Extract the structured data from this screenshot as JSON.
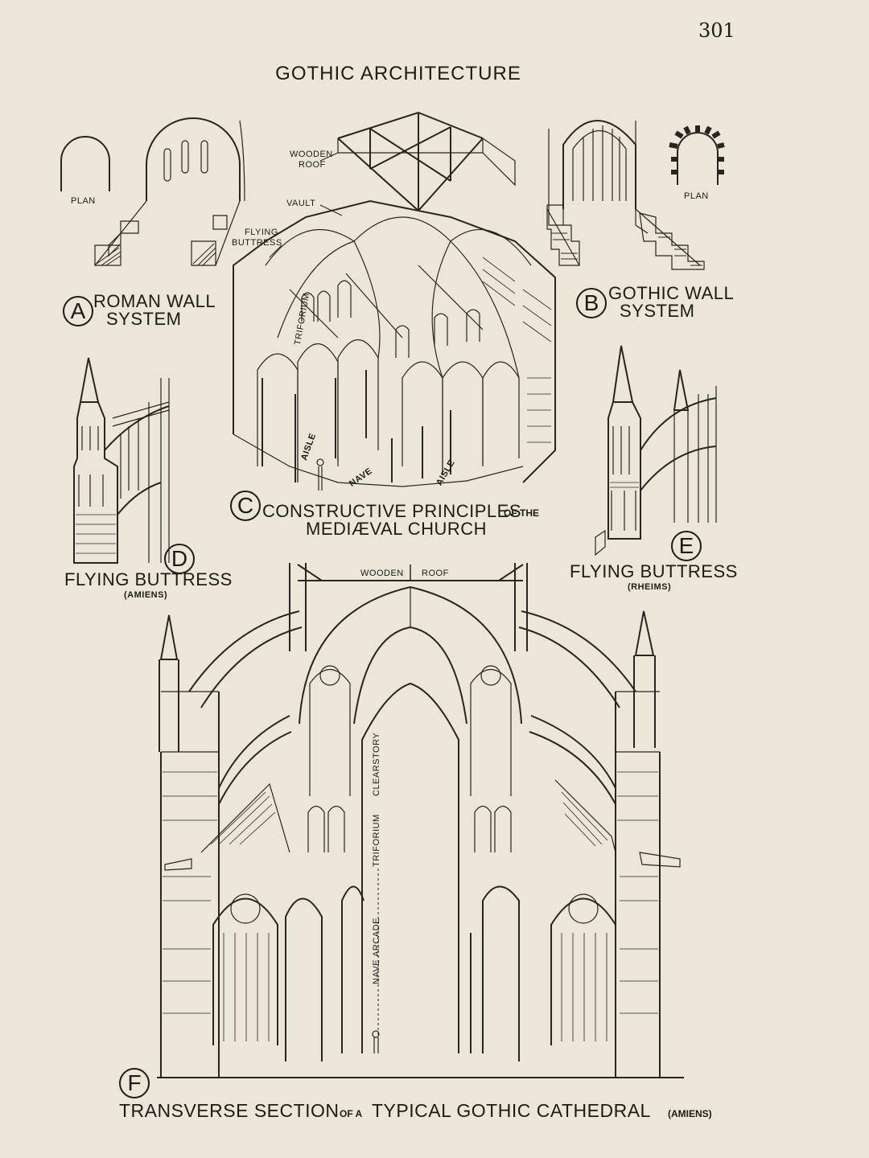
{
  "page": {
    "page_number": "301",
    "title": "GOTHIC ARCHITECTURE"
  },
  "figures": {
    "a": {
      "letter": "A",
      "caption_line1": "ROMAN WALL",
      "caption_line2": "SYSTEM",
      "plan_label": "PLAN"
    },
    "b": {
      "letter": "B",
      "caption_line1": "GOTHIC WALL",
      "caption_line2": "SYSTEM",
      "plan_label": "PLAN"
    },
    "c": {
      "letter": "C",
      "caption_line1_main": "CONSTRUCTIVE PRINCIPLES",
      "caption_line1_small": "OF THE",
      "caption_line2": "MEDIÆVAL CHURCH",
      "labels": {
        "wooden": "WOODEN",
        "roof": "ROOF",
        "vault": "VAULT",
        "flying": "FLYING",
        "buttress": "BUTTRESS",
        "triforium": "TRIFORIUM",
        "aisle_left": "AISLE",
        "nave": "NAVE",
        "aisle_right": "AISLE"
      }
    },
    "d": {
      "letter": "D",
      "caption": "FLYING BUTTRESS",
      "subcaption": "(AMIENS)"
    },
    "e": {
      "letter": "E",
      "caption": "FLYING BUTTRESS",
      "subcaption": "(RHEIMS)"
    },
    "f": {
      "letter": "F",
      "caption_part1": "TRANSVERSE SECTION",
      "caption_small1": "OF A",
      "caption_part2": "TYPICAL GOTHIC CATHEDRAL",
      "caption_small2": "(AMIENS)",
      "labels": {
        "wooden": "WOODEN",
        "roof": "ROOF",
        "clearstory": "CLEARSTORY",
        "triforium": "TRIFORIUM",
        "nave_arcade": "NAVE ARCADE"
      }
    }
  }
}
